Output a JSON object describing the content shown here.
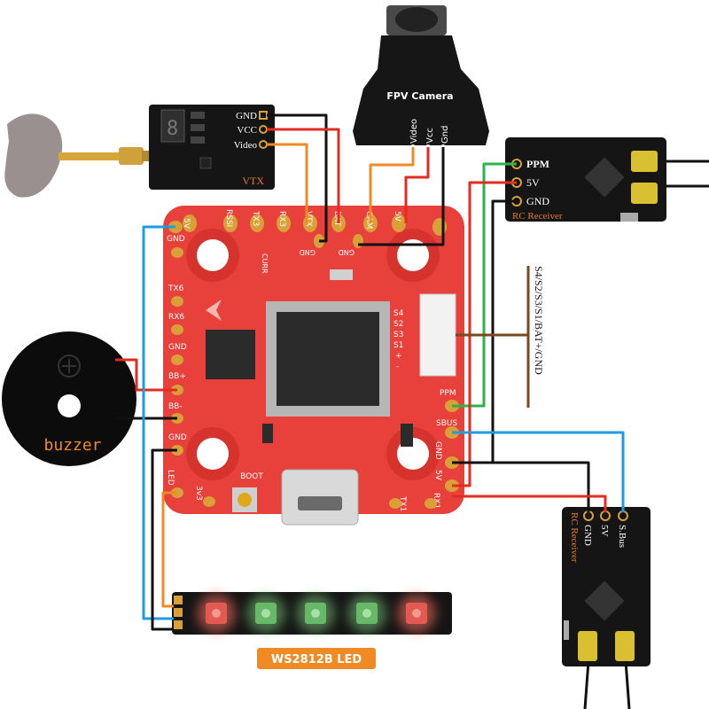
{
  "vtx": {
    "title": "VTX",
    "gnd": "GND",
    "vcc": "VCC",
    "video": "Video"
  },
  "camera": {
    "title": "FPV Camera",
    "video": "Video",
    "vcc": "Vcc",
    "gnd": "Gnd"
  },
  "rc_top": {
    "title": "RC Receiver",
    "ppm": "PPM",
    "v5": "5V",
    "gnd": "GND"
  },
  "rc_right": {
    "title": "RC Receiver",
    "gnd": "GND",
    "v5": "5V",
    "sbus": "S.Bus"
  },
  "buzzer": {
    "label": "buzzer"
  },
  "led": {
    "label": "WS2812B LED"
  },
  "motor_label": "S4/S2/S3/S1/BAT+/GND",
  "fc": {
    "pads": {
      "rssi": "RSSI",
      "tx3": "TX3",
      "rx3": "RX3",
      "vtx": "VTX",
      "bat": "BAT",
      "cam": "CAM",
      "v5_top": "5V",
      "v5_left": "5V",
      "gnd_left": "GND",
      "tx6": "TX6",
      "rx6": "RX6",
      "gnd_left2": "GND",
      "bb_plus": "BB+",
      "bb_minus": "BB-",
      "gnd_left3": "GND",
      "led": "LED",
      "v3v3": "3v3",
      "gnd_top2": "GND",
      "gnd_top3": "GND",
      "curr": "CURR",
      "ppm": "PPM",
      "sbus": "SBUS",
      "gnd_right": "GND",
      "v5_right": "5V",
      "rx1": "RX1",
      "tx1": "TX1",
      "boot": "BOOT",
      "s4": "S4",
      "s2": "S2",
      "s3": "S3",
      "s1": "S1",
      "plus": "+",
      "minus": "-"
    }
  },
  "colors": {
    "red": "#e32b22",
    "black": "#111111",
    "orange": "#f08a24",
    "blue": "#1f9be0",
    "green": "#2bb34a",
    "board": "#e8403a",
    "brown": "#7a4a1e"
  }
}
